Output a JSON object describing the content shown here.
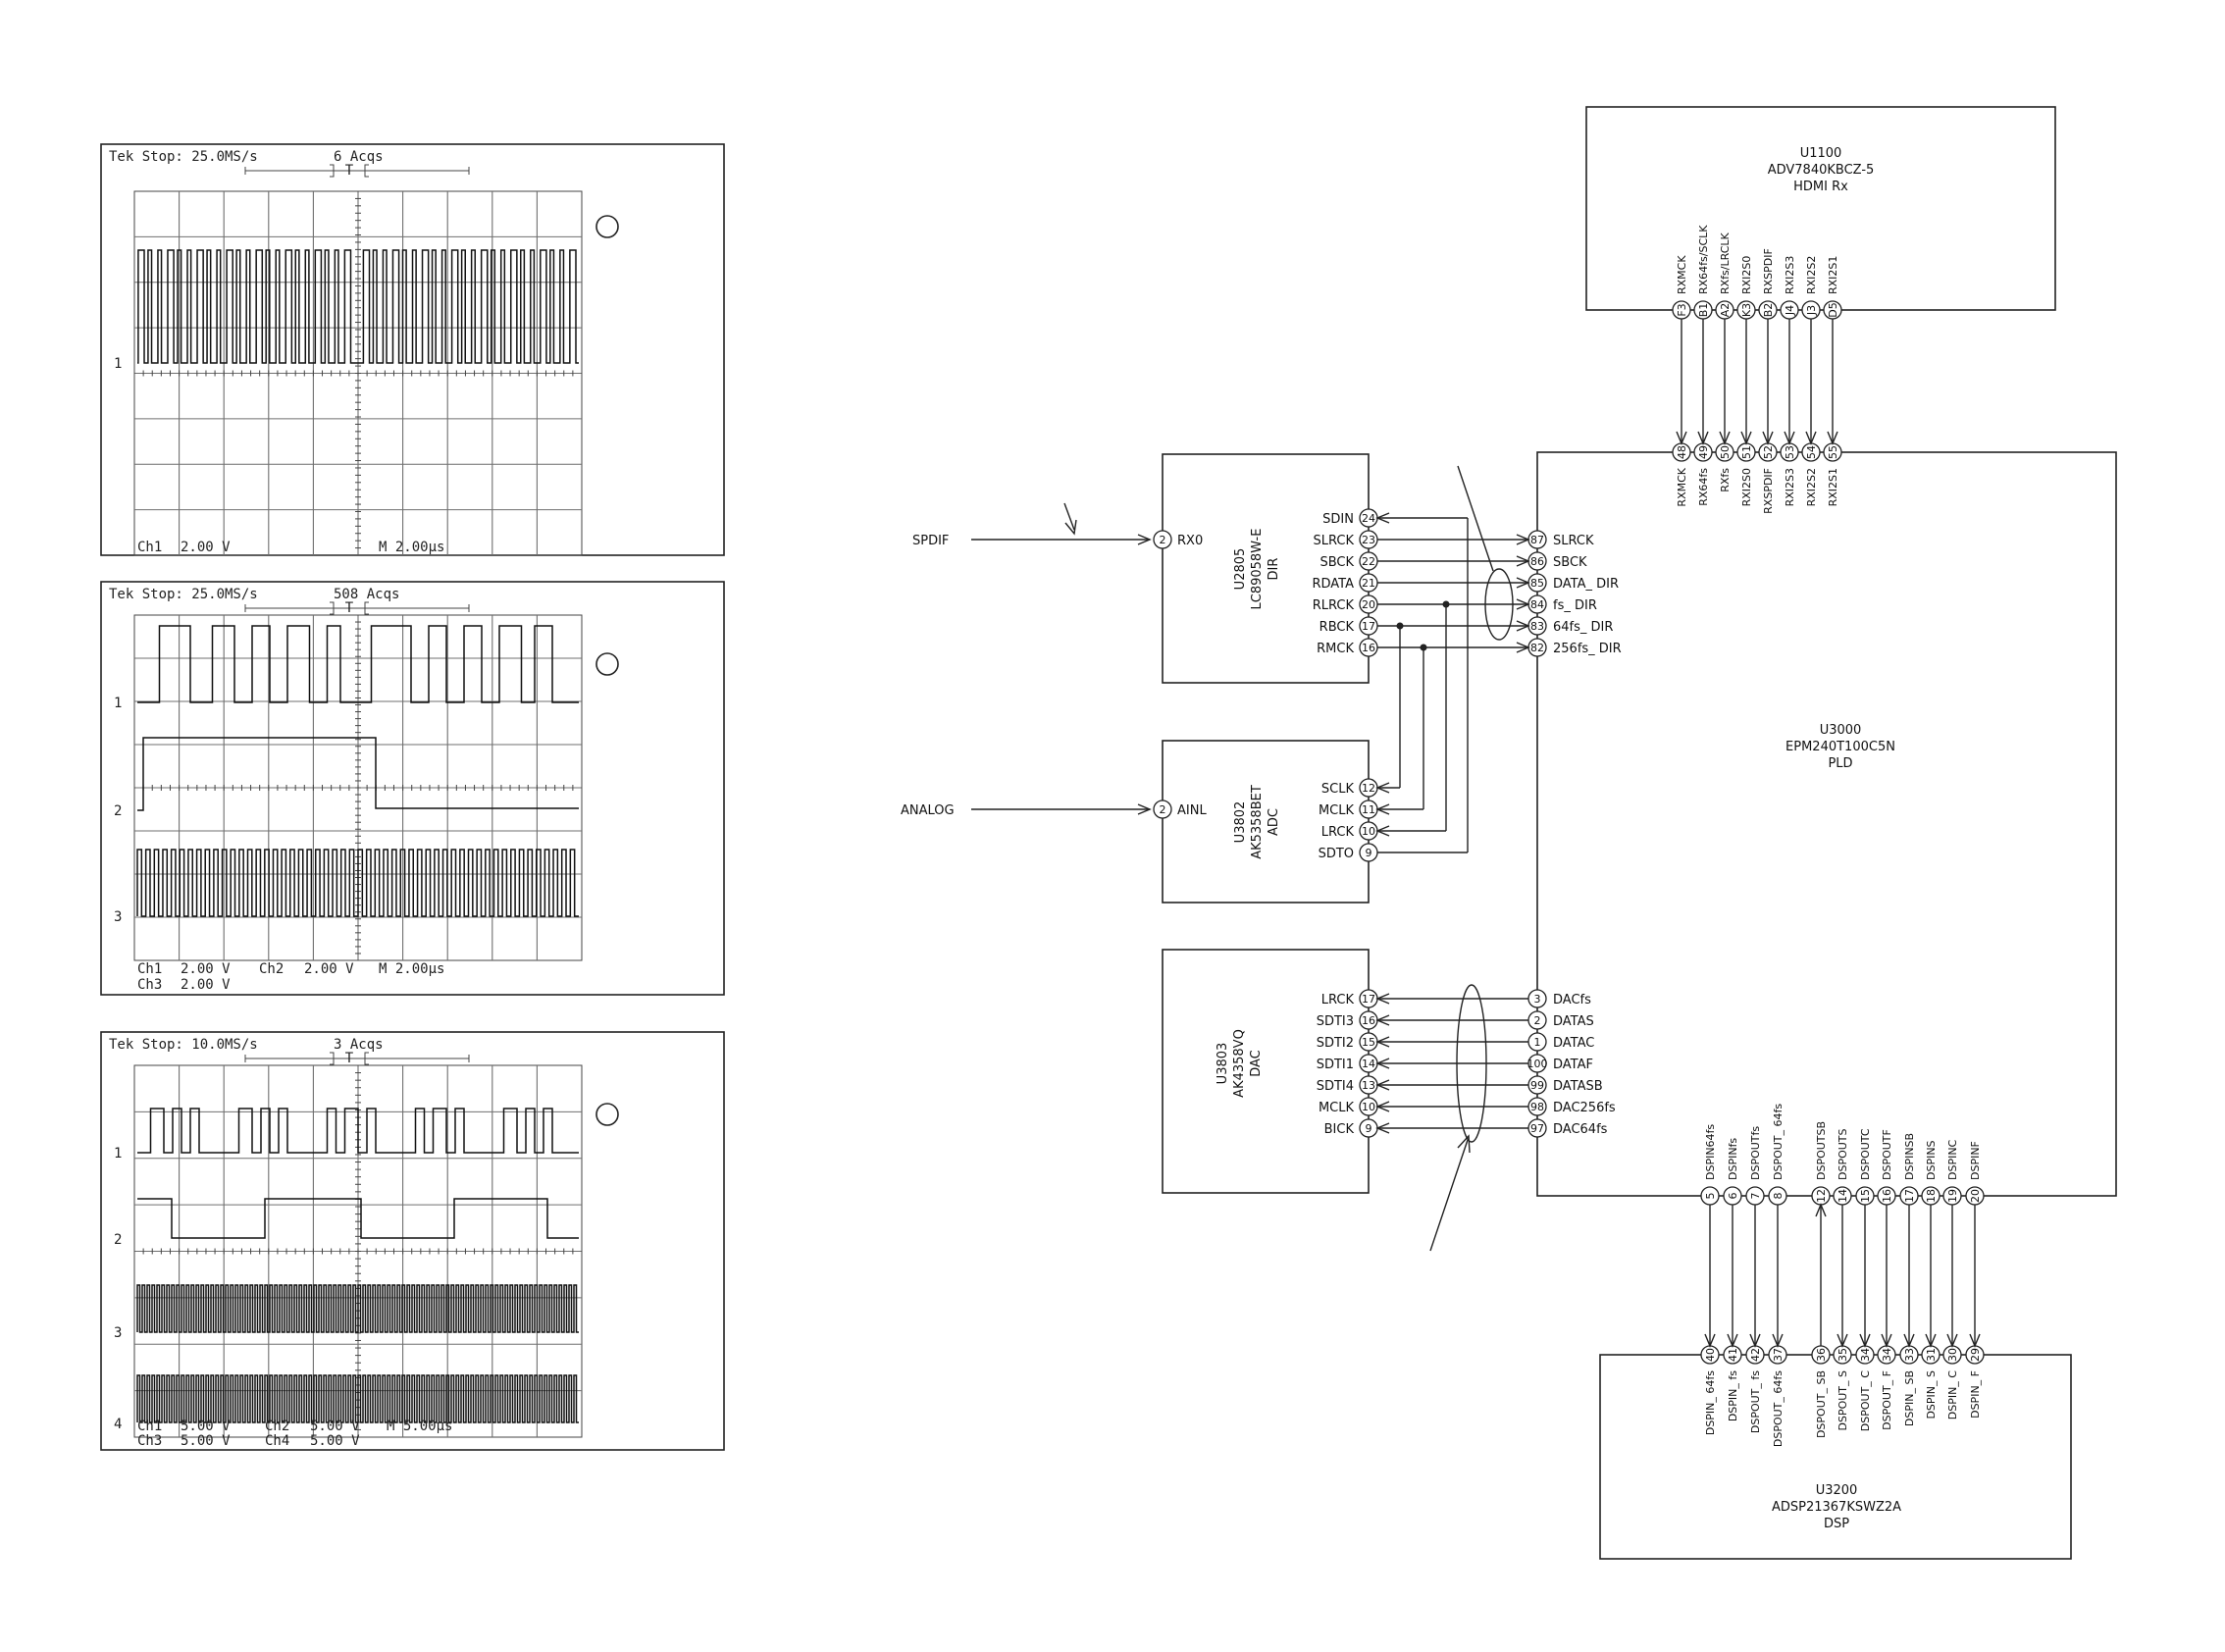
{
  "scopes": [
    {
      "header": "Tek Stop: 25.0MS/s",
      "acqs": "6 Acqs",
      "trig": "T",
      "channel_markers": [
        "1"
      ],
      "readouts": [
        "Ch1",
        "2.00 V",
        "M 2.00µs"
      ],
      "readouts2": []
    },
    {
      "header": "Tek Stop: 25.0MS/s",
      "acqs": "508 Acqs",
      "trig": "T",
      "channel_markers": [
        "1",
        "2",
        "3"
      ],
      "readouts": [
        "Ch1",
        "2.00 V",
        "Ch2",
        "2.00 V",
        "M 2.00µs"
      ],
      "readouts2": [
        "Ch3",
        "2.00 V"
      ]
    },
    {
      "header": "Tek Stop: 10.0MS/s",
      "acqs": "3 Acqs",
      "trig": "T",
      "channel_markers": [
        "1",
        "2",
        "3",
        "4"
      ],
      "readouts": [
        "Ch1",
        "5.00 V",
        "Ch2",
        "5.00 V",
        "M 5.00µs"
      ],
      "readouts2": [
        "Ch3",
        "5.00 V",
        "Ch4",
        "5.00 V"
      ]
    }
  ],
  "inputs": {
    "spdif": "SPDIF",
    "analog": "ANALOG"
  },
  "u1100": {
    "ref": "U1100",
    "part": "ADV7840KBCZ-5",
    "func": "HDMI Rx",
    "pins": [
      {
        "ball": "F3",
        "name": "RXMCK"
      },
      {
        "ball": "B1",
        "name": "RX64fs/SCLK"
      },
      {
        "ball": "A2",
        "name": "RXfs/LRCLK"
      },
      {
        "ball": "K3",
        "name": "RXI2S0"
      },
      {
        "ball": "B2",
        "name": "RXSPDIF"
      },
      {
        "ball": "J4",
        "name": "RXI2S3"
      },
      {
        "ball": "J3",
        "name": "RXI2S2"
      },
      {
        "ball": "D5",
        "name": "RXI2S1"
      }
    ]
  },
  "u3000": {
    "ref": "U3000",
    "part": "EPM240T100C5N",
    "func": "PLD",
    "top_pins": [
      {
        "num": "48",
        "name": "RXMCK"
      },
      {
        "num": "49",
        "name": "RX64fs"
      },
      {
        "num": "50",
        "name": "RXfs"
      },
      {
        "num": "51",
        "name": "RXI2S0"
      },
      {
        "num": "52",
        "name": "RXSPDIF"
      },
      {
        "num": "53",
        "name": "RXI2S3"
      },
      {
        "num": "54",
        "name": "RXI2S2"
      },
      {
        "num": "55",
        "name": "RXI2S1"
      }
    ],
    "left_pins_dir": [
      {
        "num": "87",
        "name": "SLRCK"
      },
      {
        "num": "86",
        "name": "SBCK"
      },
      {
        "num": "85",
        "name": "DATA_ DIR"
      },
      {
        "num": "84",
        "name": "fs_ DIR"
      },
      {
        "num": "83",
        "name": "64fs_ DIR"
      },
      {
        "num": "82",
        "name": "256fs_ DIR"
      }
    ],
    "left_pins_dac": [
      {
        "num": "3",
        "name": "DACfs"
      },
      {
        "num": "2",
        "name": "DATAS"
      },
      {
        "num": "1",
        "name": "DATAC"
      },
      {
        "num": "100",
        "name": "DATAF"
      },
      {
        "num": "99",
        "name": "DATASB"
      },
      {
        "num": "98",
        "name": "DAC256fs"
      },
      {
        "num": "97",
        "name": "DAC64fs"
      }
    ],
    "bottom_pins": [
      {
        "num": "5",
        "name": "DSPIN64fs"
      },
      {
        "num": "6",
        "name": "DSPINfs"
      },
      {
        "num": "7",
        "name": "DSPOUTfs"
      },
      {
        "num": "8",
        "name": "DSPOUT_ 64fs"
      },
      {
        "num": "12",
        "name": "DSPOUTSB"
      },
      {
        "num": "14",
        "name": "DSPOUTS"
      },
      {
        "num": "15",
        "name": "DSPOUTC"
      },
      {
        "num": "16",
        "name": "DSPOUTF"
      },
      {
        "num": "17",
        "name": "DSPINSB"
      },
      {
        "num": "18",
        "name": "DSPINS"
      },
      {
        "num": "19",
        "name": "DSPINC"
      },
      {
        "num": "20",
        "name": "DSPINF"
      }
    ]
  },
  "u2805": {
    "ref": "U2805",
    "part": "LC89058W-E",
    "func": "DIR",
    "in_pin": {
      "num": "2",
      "name": "RX0"
    },
    "pins": [
      {
        "num": "24",
        "name": "SDIN"
      },
      {
        "num": "23",
        "name": "SLRCK"
      },
      {
        "num": "22",
        "name": "SBCK"
      },
      {
        "num": "21",
        "name": "RDATA"
      },
      {
        "num": "20",
        "name": "RLRCK"
      },
      {
        "num": "17",
        "name": "RBCK"
      },
      {
        "num": "16",
        "name": "RMCK"
      }
    ]
  },
  "u3802": {
    "ref": "U3802",
    "part": "AK5358BET",
    "func": "ADC",
    "in_pin": {
      "num": "2",
      "name": "AINL"
    },
    "pins": [
      {
        "num": "12",
        "name": "SCLK"
      },
      {
        "num": "11",
        "name": "MCLK"
      },
      {
        "num": "10",
        "name": "LRCK"
      },
      {
        "num": "9",
        "name": "SDTO"
      }
    ]
  },
  "u3803": {
    "ref": "U3803",
    "part": "AK4358VQ",
    "func": "DAC",
    "pins": [
      {
        "num": "17",
        "name": "LRCK"
      },
      {
        "num": "16",
        "name": "SDTI3"
      },
      {
        "num": "15",
        "name": "SDTI2"
      },
      {
        "num": "14",
        "name": "SDTI1"
      },
      {
        "num": "13",
        "name": "SDTI4"
      },
      {
        "num": "10",
        "name": "MCLK"
      },
      {
        "num": "9",
        "name": "BICK"
      }
    ]
  },
  "u3200": {
    "ref": "U3200",
    "part": "ADSP21367KSWZ2A",
    "func": "DSP",
    "pins": [
      {
        "num": "40",
        "name": "DSPIN_ 64fs"
      },
      {
        "num": "41",
        "name": "DSPIN_ fs"
      },
      {
        "num": "42",
        "name": "DSPOUT_ fs"
      },
      {
        "num": "37",
        "name": "DSPOUT_ 64fs"
      },
      {
        "num": "36",
        "name": "DSPOUT_ SB"
      },
      {
        "num": "35",
        "name": "DSPOUT_ S"
      },
      {
        "num": "34",
        "name": "DSPOUT_ C"
      },
      {
        "num": "34",
        "name": "DSPOUT_ F"
      },
      {
        "num": "33",
        "name": "DSPIN_ SB"
      },
      {
        "num": "31",
        "name": "DSPIN_ S"
      },
      {
        "num": "30",
        "name": "DSPIN_ C"
      },
      {
        "num": "29",
        "name": "DSPIN_ F"
      }
    ]
  }
}
